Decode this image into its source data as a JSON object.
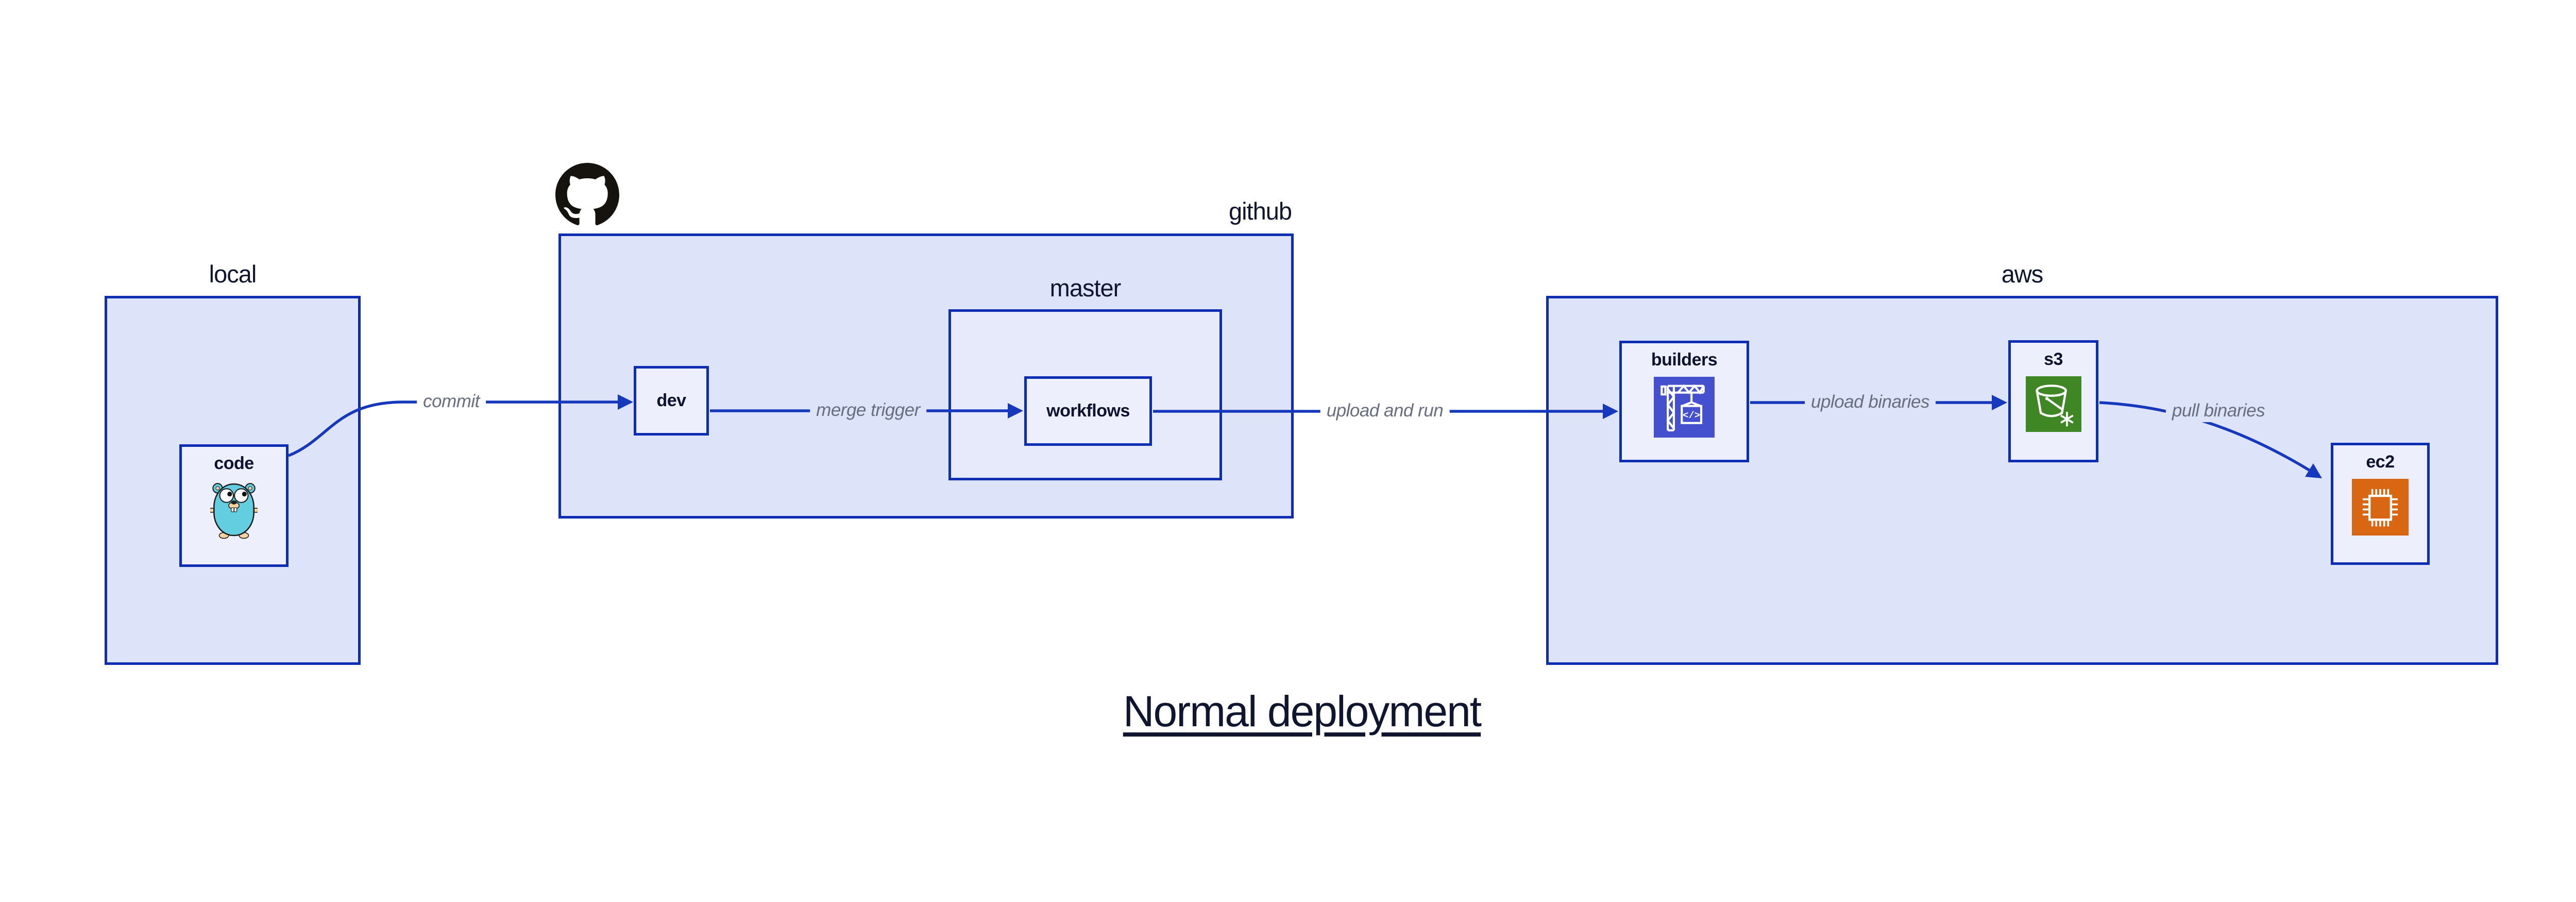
{
  "diagram_title": "Normal deployment",
  "containers": {
    "local": {
      "label": "local"
    },
    "github": {
      "label": "github"
    },
    "master": {
      "label": "master"
    },
    "aws": {
      "label": "aws"
    }
  },
  "nodes": {
    "code": {
      "label": "code",
      "icon": "go-gopher-icon"
    },
    "dev": {
      "label": "dev"
    },
    "workflows": {
      "label": "workflows"
    },
    "builders": {
      "label": "builders",
      "icon": "codebuild-crane-icon"
    },
    "s3": {
      "label": "s3",
      "icon": "s3-glacier-bucket-icon"
    },
    "ec2": {
      "label": "ec2",
      "icon": "ec2-chip-icon"
    }
  },
  "edges": {
    "commit": {
      "label": "commit"
    },
    "merge_trigger": {
      "label": "merge trigger"
    },
    "upload_and_run": {
      "label": "upload and run"
    },
    "upload_binaries": {
      "label": "upload binaries"
    },
    "pull_binaries": {
      "label": "pull binaries"
    }
  },
  "icons": {
    "github_logo": "github-octocat-icon"
  },
  "colors": {
    "container_fill": "#dde3f9",
    "node_fill": "#edf0fc",
    "border_blue": "#0d2eb3",
    "edge_blue": "#1638bd",
    "label_dark": "#0c1230",
    "edge_label_gray": "#686e80",
    "codebuild_indigo": "#4450ce",
    "s3_green": "#3f8624",
    "ec2_orange": "#d86613",
    "gopher_teal": "#63cee0",
    "github_black": "#16130f"
  }
}
